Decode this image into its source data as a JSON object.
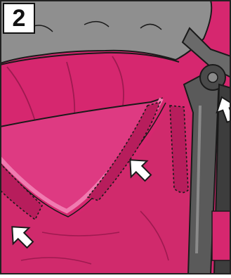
{
  "step": {
    "number": "2"
  },
  "illustration": {
    "subject": "stroller-seat-cover-attachment",
    "colors": {
      "fabric_main": "#d6276f",
      "fabric_dark": "#b01b5a",
      "fabric_light": "#e0478a",
      "canopy": "#8c8c8c",
      "canopy_dark": "#6e6e6e",
      "frame": "#4a4a4a",
      "frame_light": "#7a7a7a",
      "arrow_fill": "#ffffff",
      "outline": "#1a1a1a"
    },
    "arrows": [
      "arrow-icon-left",
      "arrow-icon-center",
      "arrow-icon-top-right"
    ]
  }
}
